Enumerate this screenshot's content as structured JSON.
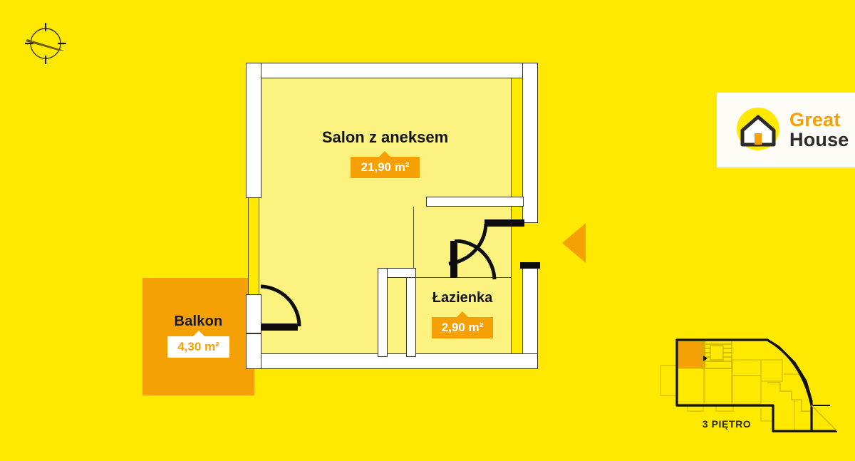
{
  "page": {
    "background_color": "#FFE900",
    "accent_orange": "#F5A105",
    "room_fill": "#FBF280",
    "wall_color": "#FFFFFF",
    "line_color": "#3A3520"
  },
  "compass": {
    "icon": "compass-rose-icon"
  },
  "plan": {
    "rooms": [
      {
        "id": "salon",
        "name": "Salon z aneksem",
        "area": "21,90 m²",
        "badge_style": "orange"
      },
      {
        "id": "lazienka",
        "name": "Łazienka",
        "area": "2,90 m²",
        "badge_style": "orange"
      },
      {
        "id": "balkon",
        "name": "Balkon",
        "area": "4,30 m²",
        "badge_style": "white"
      }
    ],
    "entrance_marker": "entrance-arrow-icon"
  },
  "logo": {
    "icon": "house-logo-icon",
    "line1": "Great",
    "line2": "House"
  },
  "locator": {
    "caption": "3 PIĘTRO",
    "highlight_color": "#F5A105"
  }
}
